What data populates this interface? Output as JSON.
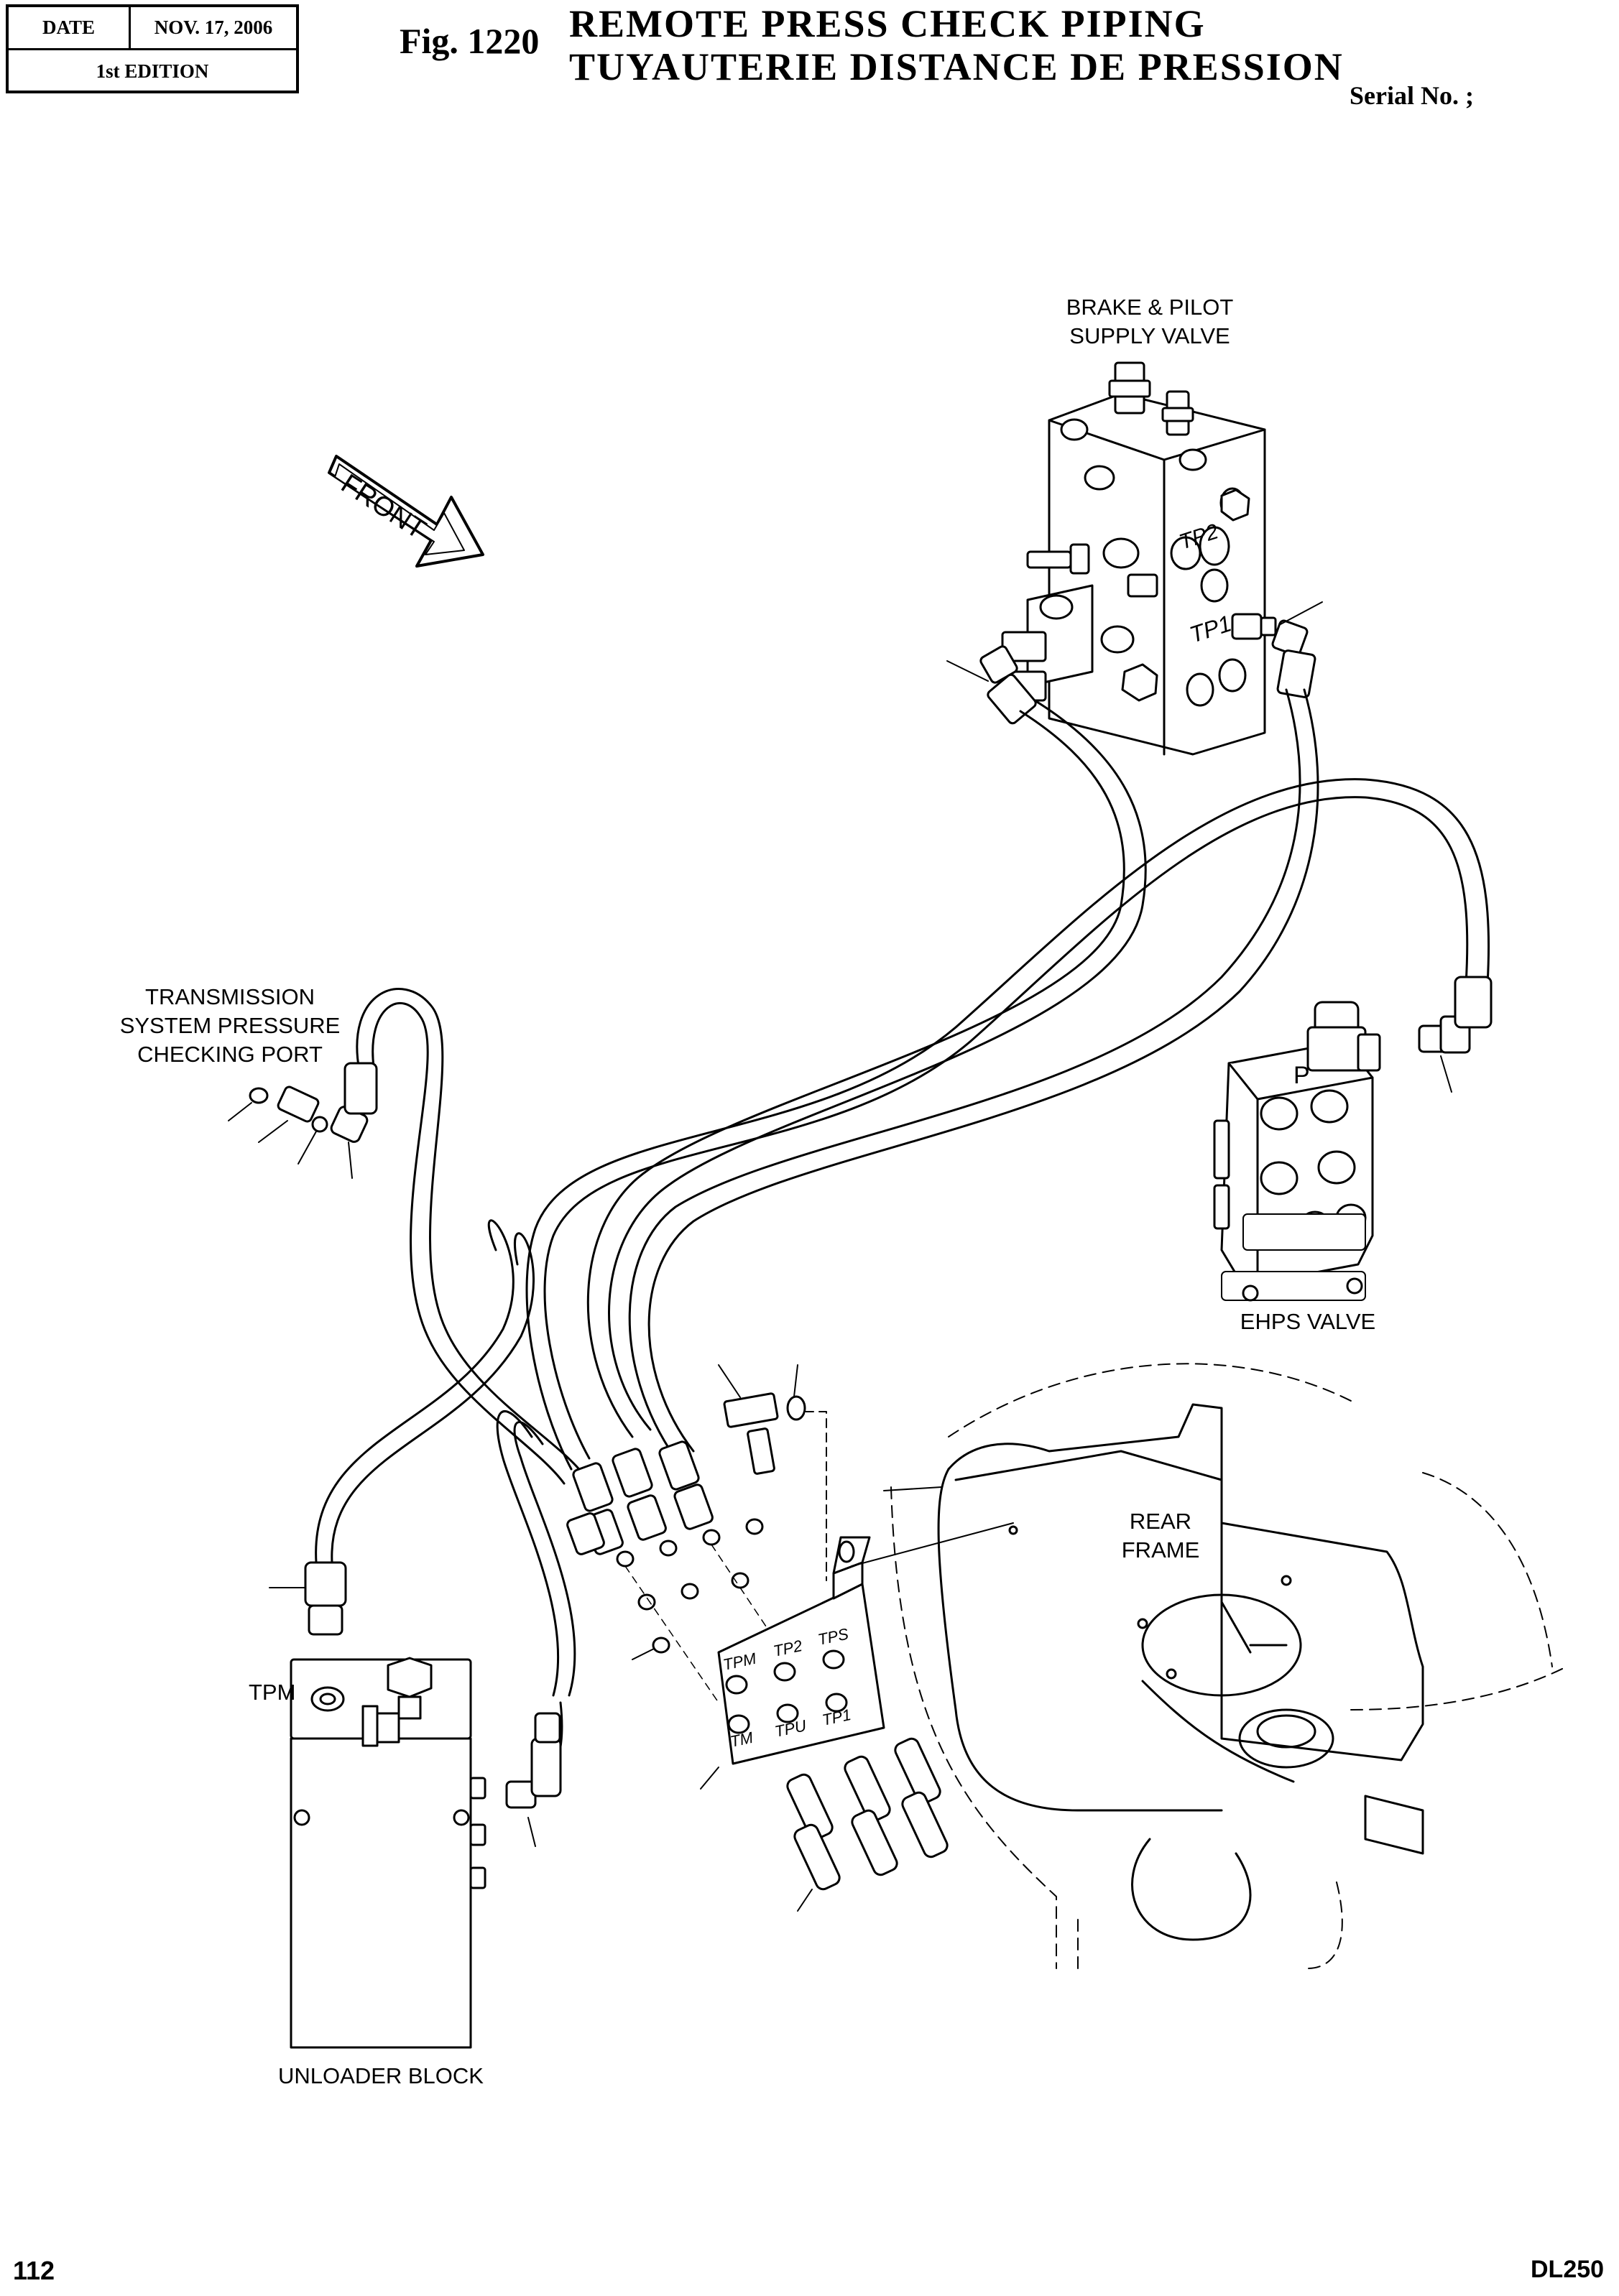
{
  "header": {
    "date_label": "DATE",
    "date_value": "NOV. 17, 2006",
    "edition": "1st EDITION",
    "figure_number": "Fig. 1220",
    "title_en": "REMOTE PRESS CHECK PIPING",
    "title_fr": "TUYAUTERIE DISTANCE DE PRESSION",
    "serial": "Serial No. ;"
  },
  "labels": {
    "brake_valve_line1": "BRAKE & PILOT",
    "brake_valve_line2": "SUPPLY VALVE",
    "front": "FRONT",
    "transmission_line1": "TRANSMISSION",
    "transmission_line2": "SYSTEM PRESSURE",
    "transmission_line3": "CHECKING PORT",
    "ehps_valve": "EHPS VALVE",
    "rear_frame_line1": "REAR",
    "rear_frame_line2": "FRAME",
    "tpm": "TPM",
    "unloader_block": "UNLOADER BLOCK",
    "valve_tp1": "TP1",
    "valve_tp2": "TP2",
    "ehps_p": "P"
  },
  "bracket_ports": {
    "top_row": [
      "TPM",
      "TP2",
      "TPS"
    ],
    "bottom_row": [
      "TM",
      "TPU",
      "TP1"
    ]
  },
  "footer": {
    "page_number": "112",
    "model": "DL250"
  }
}
